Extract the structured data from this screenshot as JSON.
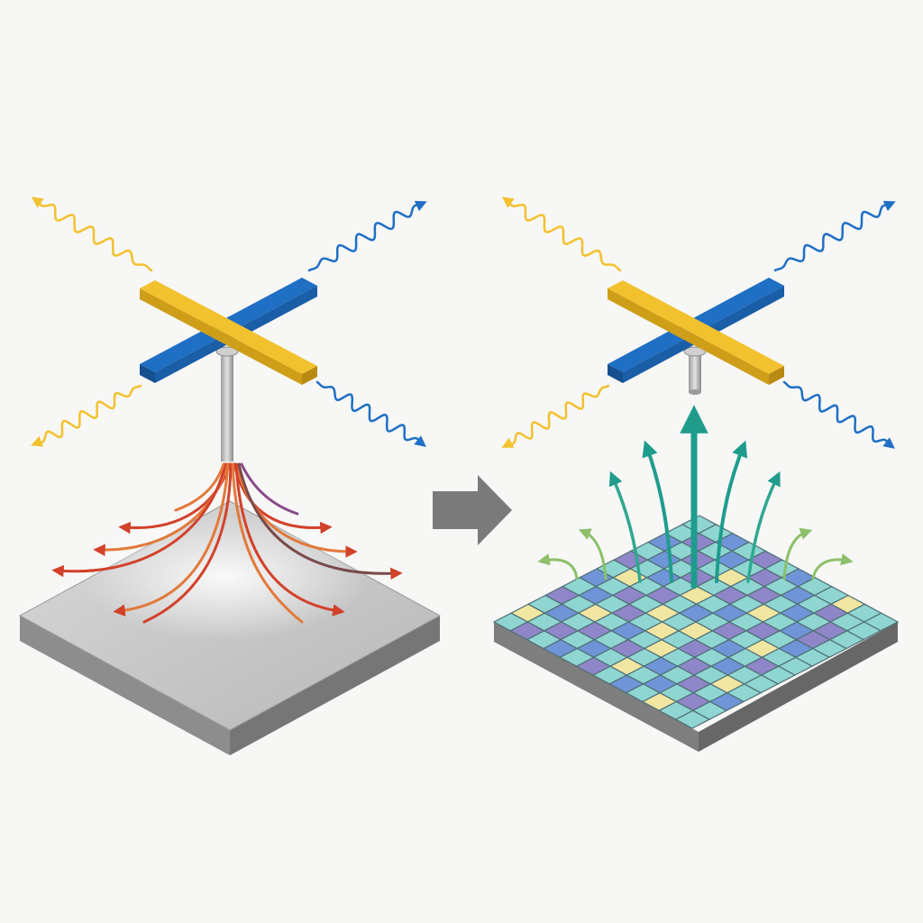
{
  "colors": {
    "background": "#f7f7f6",
    "yellow": "#f2c12e",
    "blue": "#1f6fc4",
    "heat_red": "#d2412a",
    "heat_orange": "#e2793b",
    "teal": "#1f9c8c",
    "light_green": "#8cc06a",
    "plate_gray": "#c9c9c9",
    "arrow_gray": "#7a7a7a",
    "tile_cyan": "#8fd6d2",
    "tile_purple": "#8f86c9",
    "tile_yellow": "#f1e6a1",
    "tile_blue": "#6f95d8"
  },
  "panels": [
    {
      "id": "left",
      "state": "emission-with-heat-spread",
      "surface": "plain-metal-plate"
    },
    {
      "id": "right",
      "state": "emission-with-directed-flow",
      "surface": "tiled-metasurface"
    }
  ],
  "transition_arrow": {
    "icon": "right-arrow-icon"
  },
  "metasurface_tiles": {
    "rows": 12,
    "cols": 12,
    "pattern": [
      "ccbcpcbccyc c",
      "cpcbcpcbcpcc",
      "bcpcycpcbcpc",
      "cbcpcpcycbpc",
      "pcbcycbcpcbc",
      "cycpcbcpcycc",
      "bcpcycycbcpc",
      "cbcpcycpcbcc",
      "pcycbcycpcyc",
      "cbcpcpcbcpcb",
      "ycpcbcycbcpc",
      "cpcbcpcbcycc"
    ]
  }
}
